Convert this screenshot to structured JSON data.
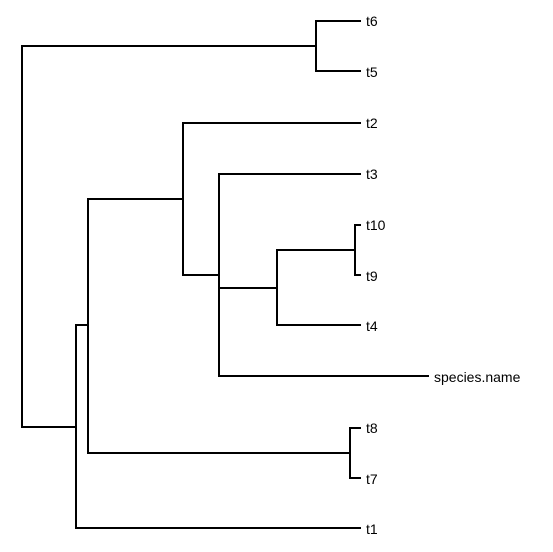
{
  "tree": {
    "type": "phylogram",
    "orientation": "rightwards",
    "tips": [
      "t6",
      "t5",
      "t2",
      "t3",
      "t10",
      "t9",
      "t4",
      "species.name",
      "t8",
      "t7",
      "t1"
    ],
    "newick_like": "((t6,t5),(((t2,(t3,((t10,t9),t4),species.name)),(t8,t7)),t1))"
  },
  "colors": {
    "edge": "#000000",
    "label": "#000000",
    "background": "#ffffff"
  }
}
